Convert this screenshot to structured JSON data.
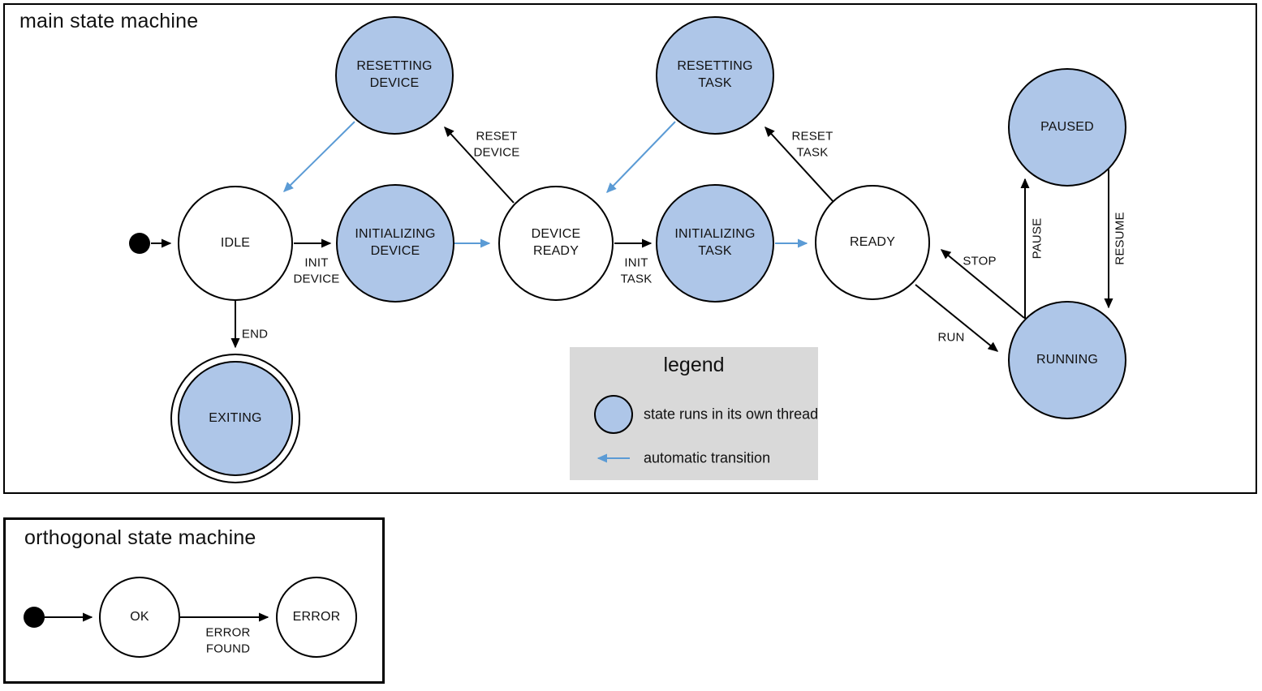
{
  "colors": {
    "thread_state_fill": "#aec6e8",
    "automatic_arrow": "#5b9bd5",
    "normal_arrow": "#000000",
    "legend_background": "#d9d9d9"
  },
  "main_machine": {
    "title": "main state machine",
    "has_initial_marker": true,
    "states": [
      {
        "label": "IDLE",
        "threaded": false,
        "final": false
      },
      {
        "label": "RESETTING\nDEVICE",
        "threaded": true,
        "final": false
      },
      {
        "label": "INITIALIZING\nDEVICE",
        "threaded": true,
        "final": false
      },
      {
        "label": "DEVICE\nREADY",
        "threaded": false,
        "final": false
      },
      {
        "label": "RESETTING\nTASK",
        "threaded": true,
        "final": false
      },
      {
        "label": "INITIALIZING\nTASK",
        "threaded": true,
        "final": false
      },
      {
        "label": "READY",
        "threaded": false,
        "final": false
      },
      {
        "label": "PAUSED",
        "threaded": true,
        "final": false
      },
      {
        "label": "RUNNING",
        "threaded": true,
        "final": false
      },
      {
        "label": "EXITING",
        "threaded": true,
        "final": true
      }
    ],
    "transitions": [
      {
        "from": "IDLE",
        "to": "INITIALIZING DEVICE",
        "label": "INIT\nDEVICE",
        "type": "event"
      },
      {
        "from": "DEVICE READY",
        "to": "RESETTING DEVICE",
        "label": "RESET\nDEVICE",
        "type": "event"
      },
      {
        "from": "DEVICE READY",
        "to": "INITIALIZING TASK",
        "label": "INIT\nTASK",
        "type": "event"
      },
      {
        "from": "READY",
        "to": "RESETTING TASK",
        "label": "RESET\nTASK",
        "type": "event"
      },
      {
        "from": "RUNNING",
        "to": "READY",
        "label": "STOP",
        "type": "event"
      },
      {
        "from": "READY",
        "to": "RUNNING",
        "label": "RUN",
        "type": "event"
      },
      {
        "from": "RUNNING",
        "to": "PAUSED",
        "label": "PAUSE",
        "type": "event"
      },
      {
        "from": "PAUSED",
        "to": "RUNNING",
        "label": "RESUME",
        "type": "event"
      },
      {
        "from": "IDLE",
        "to": "EXITING",
        "label": "END",
        "type": "event"
      },
      {
        "from": "RESETTING DEVICE",
        "to": "IDLE",
        "label": "",
        "type": "automatic"
      },
      {
        "from": "INITIALIZING DEVICE",
        "to": "DEVICE READY",
        "label": "",
        "type": "automatic"
      },
      {
        "from": "RESETTING TASK",
        "to": "DEVICE READY",
        "label": "",
        "type": "automatic"
      },
      {
        "from": "INITIALIZING TASK",
        "to": "READY",
        "label": "",
        "type": "automatic"
      }
    ]
  },
  "legend": {
    "title": "legend",
    "thread_label": "state runs in its own thread",
    "automatic_label": "automatic transition"
  },
  "orthogonal_machine": {
    "title": "orthogonal state machine",
    "has_initial_marker": true,
    "states": [
      {
        "label": "OK",
        "threaded": false,
        "final": false
      },
      {
        "label": "ERROR",
        "threaded": false,
        "final": false
      }
    ],
    "transitions": [
      {
        "from": "OK",
        "to": "ERROR",
        "label": "ERROR\nFOUND",
        "type": "event"
      }
    ]
  }
}
